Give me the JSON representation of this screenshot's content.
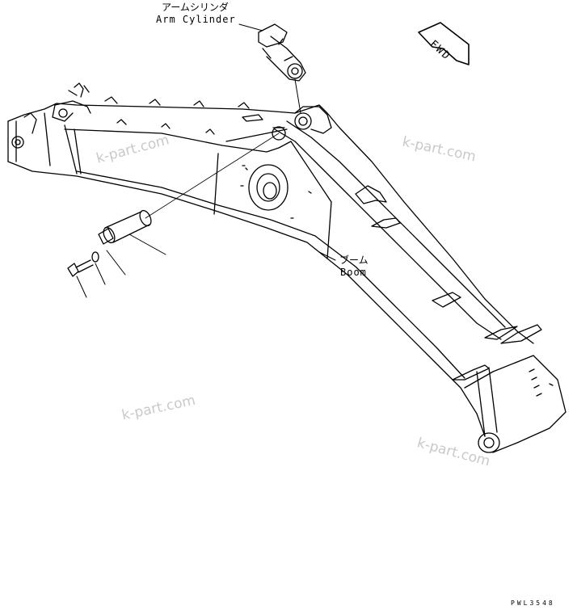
{
  "labels": {
    "arm_cylinder_jp": "アームシリンダ",
    "arm_cylinder_en": "Arm Cylinder",
    "boom_jp": "ブーム",
    "boom_en": "Boom",
    "fwd": "FWD"
  },
  "watermarks": [
    "k-part.com",
    "k-part.com",
    "k-part.com",
    "k-part.com"
  ],
  "drawing_code": "PWL3548",
  "colors": {
    "line": "#000000",
    "watermark": "#c9c9c9",
    "background": "#ffffff"
  }
}
